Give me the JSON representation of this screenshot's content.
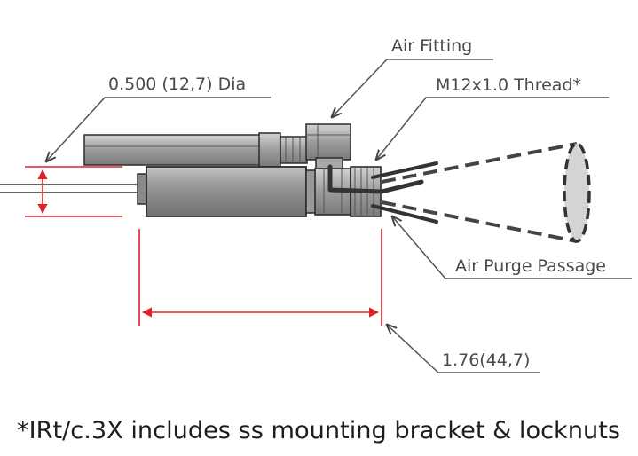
{
  "labels": {
    "air_fitting": "Air Fitting",
    "thread": "M12x1.0 Thread*",
    "diameter": "0.500 (12,7) Dia",
    "air_purge": "Air Purge Passage",
    "length": "1.76(44,7)"
  },
  "footnote": "*IRt/c.3X includes ss mounting bracket & locknuts",
  "colors": {
    "dimension_line": "#e0202a",
    "body_fill": "#8e8e8e",
    "outline": "#2b2b2b",
    "leader": "#555555",
    "cone_fill": "#d4d4d4"
  }
}
